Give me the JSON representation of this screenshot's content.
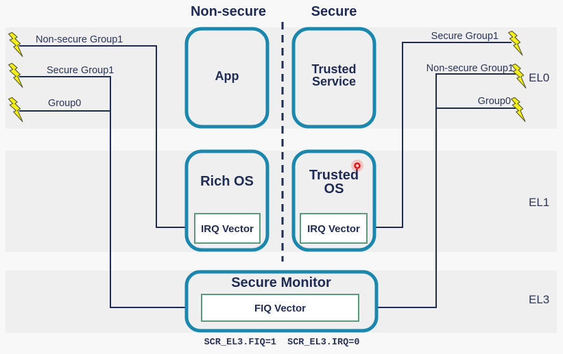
{
  "columns": {
    "non_secure": "Non-secure",
    "secure": "Secure"
  },
  "levels": {
    "el0": "EL0",
    "el1": "EL1",
    "el3": "EL3"
  },
  "boxes": {
    "app": [
      "App"
    ],
    "trusted_service": [
      "Trusted",
      "Service"
    ],
    "rich_os": [
      "Rich OS"
    ],
    "trusted_os": [
      "Trusted",
      "OS"
    ],
    "secure_monitor": "Secure Monitor"
  },
  "vectors": {
    "rich_os_irq": "IRQ Vector",
    "trusted_os_irq": "IRQ Vector",
    "monitor_fiq": "FIQ Vector"
  },
  "signals": {
    "left": [
      "Non-secure Group1",
      "Secure Group1",
      "Group0"
    ],
    "right": [
      "Secure Group1",
      "Non-secure Group1",
      "Group0"
    ]
  },
  "routing": {
    "left": [
      {
        "signal": "Non-secure Group1",
        "target": "Rich OS IRQ Vector"
      },
      {
        "signal": "Secure Group1",
        "target": "Secure Monitor FIQ Vector"
      },
      {
        "signal": "Group0",
        "target": "Secure Monitor FIQ Vector"
      }
    ],
    "right": [
      {
        "signal": "Secure Group1",
        "target": "Trusted OS IRQ Vector"
      },
      {
        "signal": "Non-secure Group1",
        "target": "Secure Monitor FIQ Vector"
      },
      {
        "signal": "Group0",
        "target": "Secure Monitor FIQ Vector"
      }
    ]
  },
  "register_settings": "SCR_EL3.FIQ=1  SCR_EL3.IRQ=0",
  "colors": {
    "box_border": "#1b87ad",
    "vector_border": "#5b9b7c",
    "wire": "#1f2b53",
    "bolt": "#f2ee1c",
    "band": "#efefef"
  }
}
